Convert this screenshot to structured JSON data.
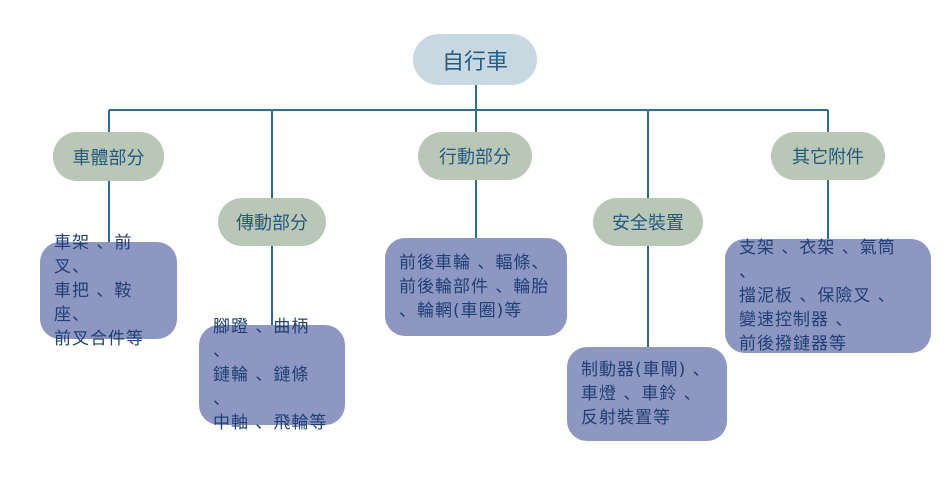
{
  "root": "自行車",
  "categories": [
    {
      "title": "車體部分",
      "detail": "車架 、前叉、\n車把 、鞍座、\n前叉合件等"
    },
    {
      "title": "傳動部分",
      "detail": "腳蹬 、曲柄 、\n鏈輪 、鏈條 、\n中軸 、飛輪等"
    },
    {
      "title": "行動部分",
      "detail": "前後車輪 、輻條、\n前後輪部件 、輪胎\n、輪輞(車圈)等"
    },
    {
      "title": "安全裝置",
      "detail": "制動器(車閘) 、\n車燈 、車鈴 、\n反射裝置等"
    },
    {
      "title": "其它附件",
      "detail": "支架 、衣架 、氣筒 、\n擋泥板 、保險叉 、\n變速控制器 、\n前後撥鏈器等"
    }
  ],
  "colors": {
    "line": "#2e6b9b",
    "root_bg": "#c7d8e0",
    "category_bg": "#b8c7b6",
    "detail_bg": "#8e97c1"
  }
}
